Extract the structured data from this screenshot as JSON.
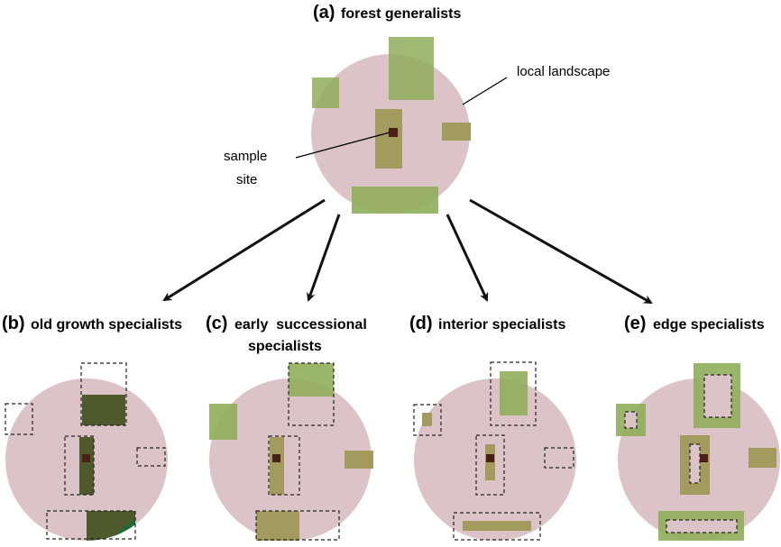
{
  "panel_a": {
    "letter": "(a)",
    "title": "forest generalists",
    "label_local_landscape": "local landscape",
    "label_sample_site_1": "sample",
    "label_sample_site_2": "site"
  },
  "panel_b": {
    "letter": "(b)",
    "title": "old growth specialists"
  },
  "panel_c": {
    "letter": "(c)",
    "title_1": "early  successional",
    "title_2": "specialists"
  },
  "panel_d": {
    "letter": "(d)",
    "title": "interior specialists"
  },
  "panel_e": {
    "letter": "(e)",
    "title": "edge specialists"
  },
  "colors": {
    "landscape": "#dcc3c7",
    "forest_green": "#8fae5a",
    "forest_olive": "#a39a5e",
    "old_growth": "#4e5a2c",
    "site": "#4a1f17",
    "dashed": "#222222"
  }
}
